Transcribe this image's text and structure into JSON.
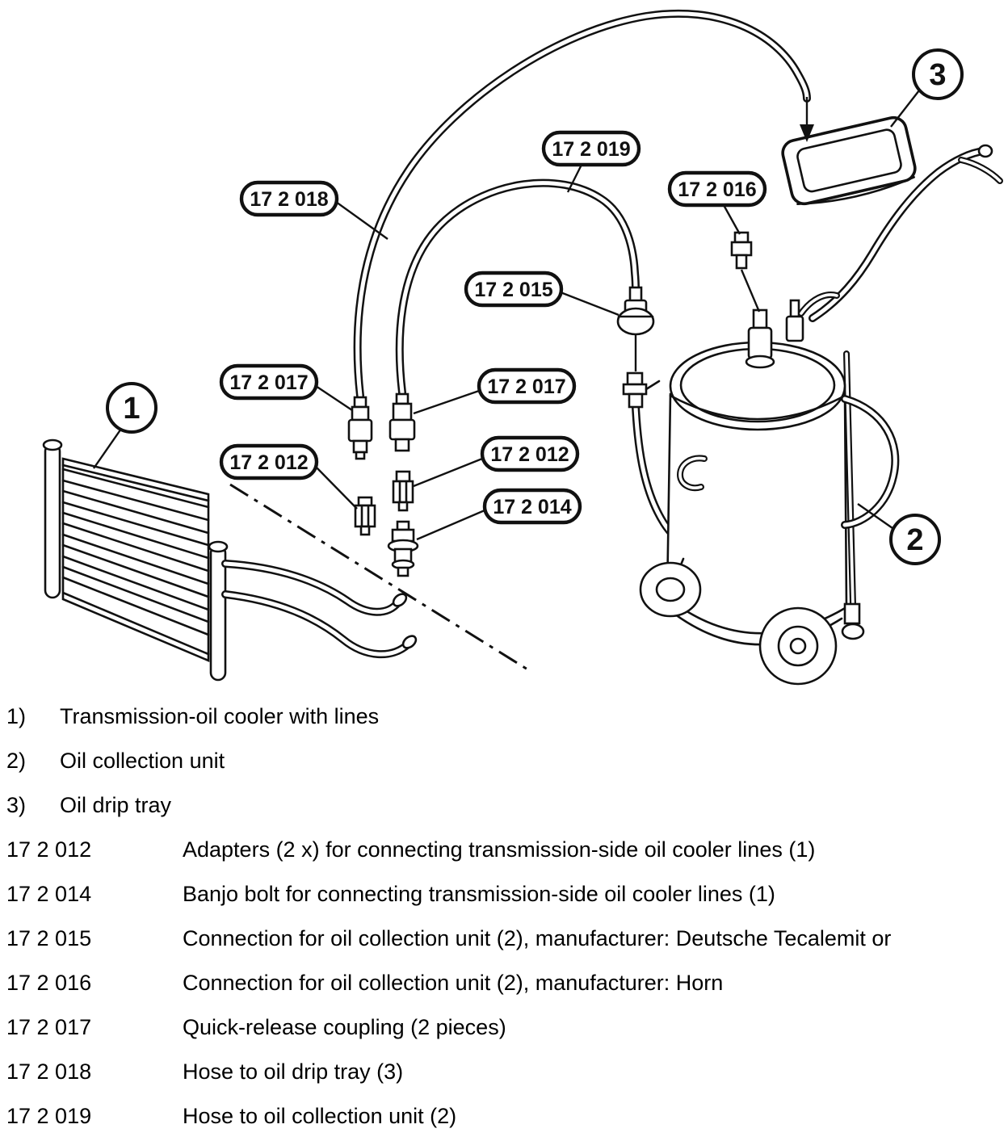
{
  "callouts": {
    "c018": "17 2 018",
    "c019": "17 2 019",
    "c016": "17 2 016",
    "c015": "17 2 015",
    "c017a": "17 2 017",
    "c017b": "17 2 017",
    "c012a": "17 2 012",
    "c012b": "17 2 012",
    "c014": "17 2 014"
  },
  "markers": {
    "m1": "1",
    "m2": "2",
    "m3": "3"
  },
  "legend": {
    "numbered": [
      {
        "num": "1)",
        "text": "Transmission-oil cooler with lines"
      },
      {
        "num": "2)",
        "text": "Oil collection unit"
      },
      {
        "num": "3)",
        "text": "Oil drip tray"
      }
    ],
    "parts": [
      {
        "code": "17 2 012",
        "text": "Adapters (2 x) for connecting transmission-side oil cooler lines (1)"
      },
      {
        "code": "17 2 014",
        "text": "Banjo bolt for connecting transmission-side oil cooler lines (1)"
      },
      {
        "code": "17 2 015",
        "text": "Connection for oil collection unit (2), manufacturer: Deutsche Tecalemit or"
      },
      {
        "code": "17 2 016",
        "text": "Connection for oil collection unit (2), manufacturer: Horn"
      },
      {
        "code": "17 2 017",
        "text": "Quick-release coupling (2 pieces)"
      },
      {
        "code": "17 2 018",
        "text": "Hose to oil drip tray (3)"
      },
      {
        "code": "17 2 019",
        "text": "Hose to oil collection unit (2)"
      }
    ]
  }
}
